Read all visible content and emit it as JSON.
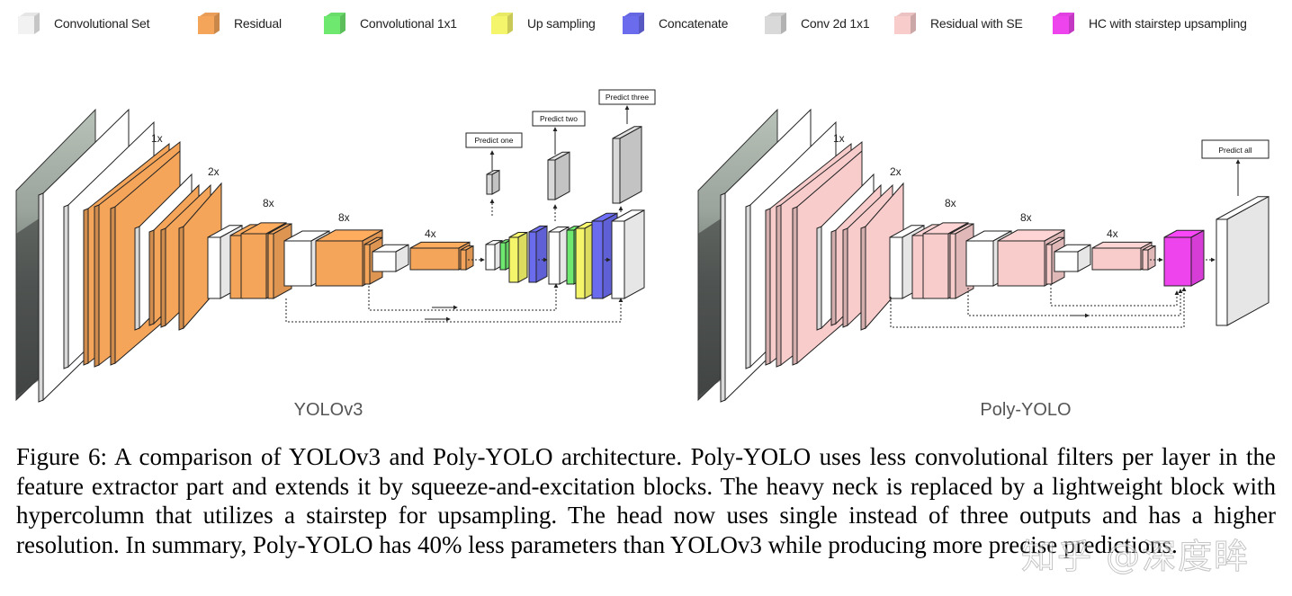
{
  "legend": [
    {
      "label": "Convolutional Set",
      "color": "#f2f2f2"
    },
    {
      "label": "Residual",
      "color": "#f5a55a"
    },
    {
      "label": "Convolutional 1x1",
      "color": "#6fe86f"
    },
    {
      "label": "Up sampling",
      "color": "#f4f56a"
    },
    {
      "label": "Concatenate",
      "color": "#6b6bee"
    },
    {
      "label": "Conv 2d 1x1",
      "color": "#d9d9d9"
    },
    {
      "label": "Residual with SE",
      "color": "#f9cccc"
    },
    {
      "label": "HC with stairstep upsampling",
      "color": "#ee44ee"
    }
  ],
  "yolov3": {
    "title": "YOLOv3",
    "repeats": [
      "1x",
      "2x",
      "8x",
      "8x",
      "4x"
    ],
    "predict_labels": [
      "Predict one",
      "Predict two",
      "Predict three"
    ]
  },
  "polyyolo": {
    "title": "Poly-YOLO",
    "repeats": [
      "1x",
      "2x",
      "8x",
      "8x",
      "4x"
    ],
    "predict_labels": [
      "Predict all"
    ]
  },
  "caption": "Figure 6: A comparison of YOLOv3 and Poly-YOLO architecture. Poly-YOLO uses less convolutional filters per layer in the feature extractor part and extends it by squeeze-and-excitation blocks. The heavy neck is replaced by a lightweight block with hypercolumn that utilizes a stairstep for upsampling. The head now uses single instead of three outputs and has a higher resolution. In summary, Poly-YOLO has 40% less parameters than YOLOv3 while producing more precise predictions.",
  "watermark": "知乎 @深度眸"
}
